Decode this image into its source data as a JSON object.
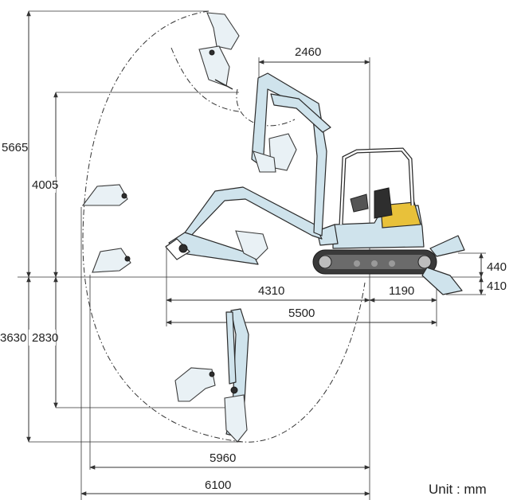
{
  "dimensions": {
    "max_digging_height": "5665",
    "max_dump_height": "4005",
    "max_digging_depth": "3630",
    "max_vertical_wall_depth": "2830",
    "min_front_swing_radius": "2460",
    "front_reach_at_ground": "4310",
    "rear_reach": "1190",
    "total_length": "5500",
    "max_reach_ground": "5960",
    "max_digging_reach": "6100",
    "blade_height_up": "440",
    "blade_depth_down": "410"
  },
  "unit_label": "Unit : mm",
  "colors": {
    "boom": "#cfe3ec",
    "accent": "#e8c13a",
    "line": "#333333"
  }
}
